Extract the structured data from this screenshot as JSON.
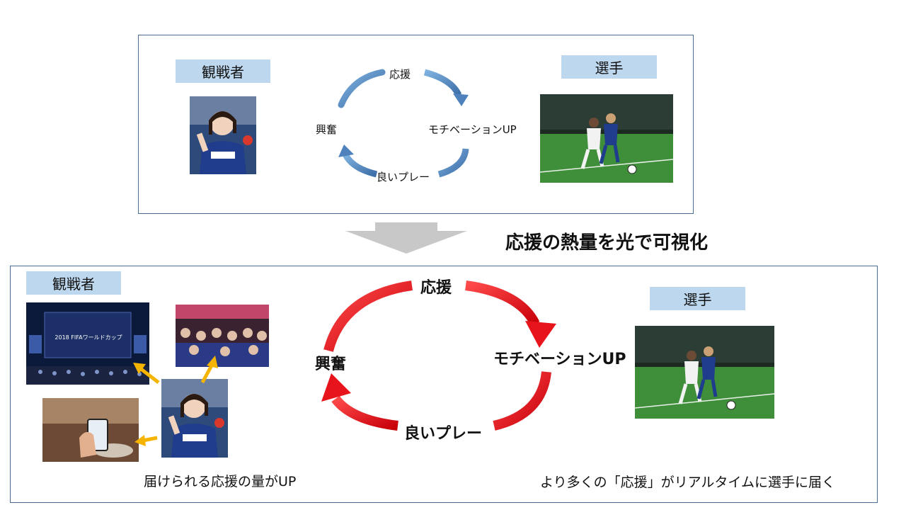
{
  "top": {
    "spectator_label": "観戦者",
    "player_label": "選手",
    "cycle": {
      "top": "応援",
      "right": "モチベーションUP",
      "bottom": "良いプレー",
      "left": "興奮"
    }
  },
  "headline": "応援の熱量を光で可視化",
  "bottom": {
    "spectator_label": "観戦者",
    "player_label": "選手",
    "cycle": {
      "top": "応援",
      "right": "モチベーションUP",
      "bottom": "良いプレー",
      "left": "興奮"
    },
    "caption_left": "届けられる応援の量がUP",
    "caption_right": "より多くの「応援」がリアルタイムに選手に届く",
    "venue_screen_text": "2018 FIFAワールドカップ"
  },
  "colors": {
    "label_bg": "#bdd7ee",
    "panel_border": "#4a6c94",
    "arrow_blue": "#4f81bd",
    "arrow_red": "#e8141b",
    "arrow_gray": "#c8c8c8",
    "pointer_yellow": "#f5b400",
    "pitch_green": "#3f8f3a"
  }
}
